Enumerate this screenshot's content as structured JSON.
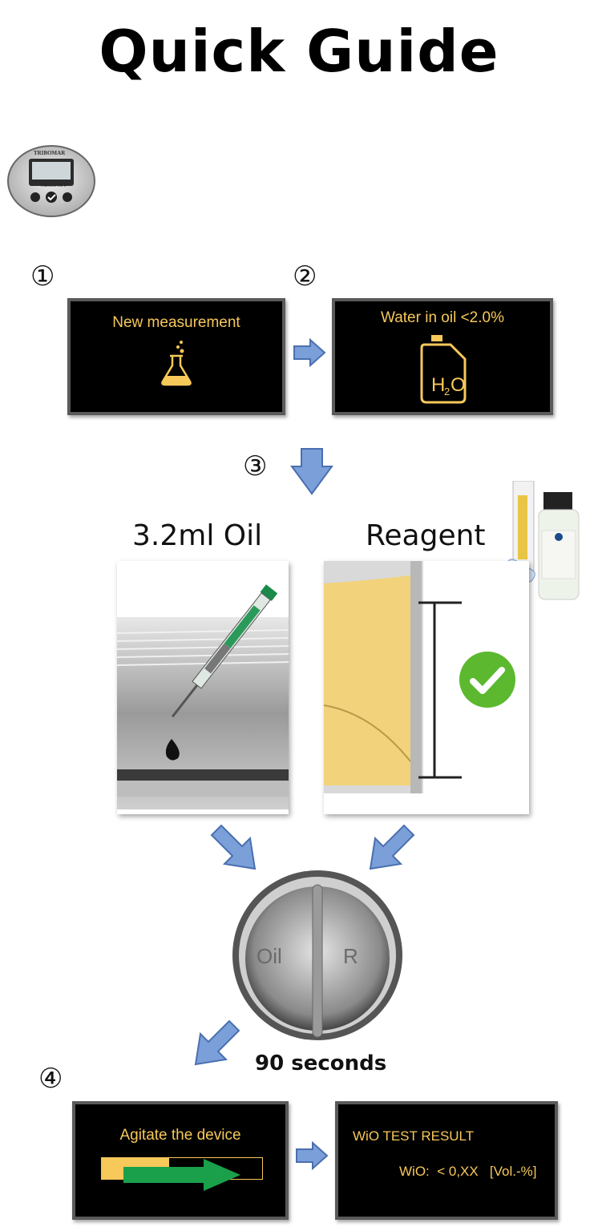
{
  "page": {
    "title": "Quick Guide"
  },
  "device": {
    "brand": "TRIBOMAR",
    "model": "TriboCon Mk II"
  },
  "steps": {
    "s1": {
      "number": "①",
      "screen_text": "New measurement",
      "icon": "flask-icon"
    },
    "s2": {
      "number": "②",
      "screen_text": "Water in oil <2.0%",
      "icon": "canister-h2o-icon"
    },
    "s3": {
      "number": "③",
      "oil_label": "3.2ml Oil",
      "reagent_label": "Reagent",
      "cup_labels": [
        "Oil",
        "R"
      ],
      "duration": "90 seconds"
    },
    "s4": {
      "number": "④",
      "screen_text": "Agitate the device",
      "result_title": "WiO TEST RESULT",
      "result_value": "WiO:  < 0,XX   [Vol.-%]"
    }
  },
  "colors": {
    "screen_text": "#f7c85a",
    "arrow_fill": "#7b9fd8",
    "arrow_dark": "#4a6fb0",
    "progress_bar": "#f7c85a",
    "agitate_arrow": "#1aa04a",
    "check": "#5cb82e"
  }
}
